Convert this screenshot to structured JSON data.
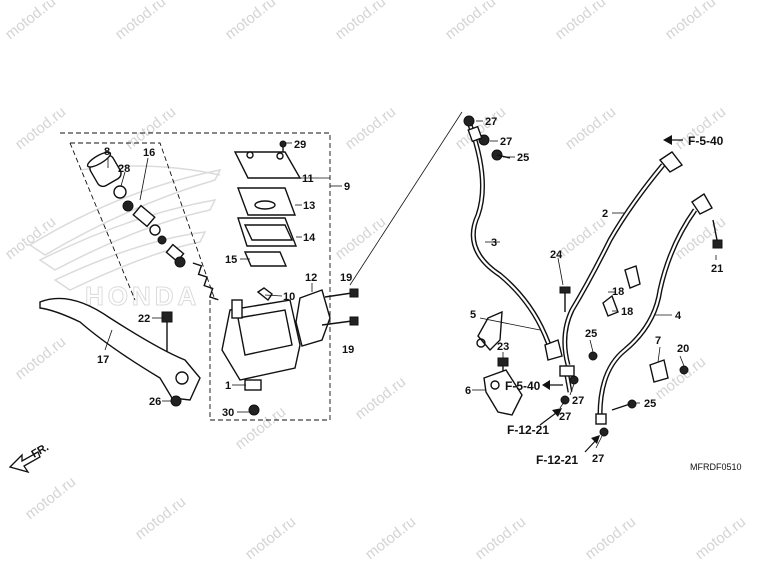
{
  "diagram": {
    "watermark": "motod.ru",
    "logo_text": "HONDA",
    "diagram_code": "MFRDF0510",
    "direction_label": "FR.",
    "callouts": [
      {
        "id": "c8",
        "text": "8"
      },
      {
        "id": "c16",
        "text": "16"
      },
      {
        "id": "c28",
        "text": "28"
      },
      {
        "id": "c29",
        "text": "29"
      },
      {
        "id": "c11",
        "text": "11"
      },
      {
        "id": "c9",
        "text": "9"
      },
      {
        "id": "c13",
        "text": "13"
      },
      {
        "id": "c14",
        "text": "14"
      },
      {
        "id": "c15",
        "text": "15"
      },
      {
        "id": "c12",
        "text": "12"
      },
      {
        "id": "c19a",
        "text": "19"
      },
      {
        "id": "c10",
        "text": "10"
      },
      {
        "id": "c19b",
        "text": "19"
      },
      {
        "id": "c22",
        "text": "22"
      },
      {
        "id": "c17",
        "text": "17"
      },
      {
        "id": "c1",
        "text": "1"
      },
      {
        "id": "c26",
        "text": "26"
      },
      {
        "id": "c30",
        "text": "30"
      },
      {
        "id": "c27a",
        "text": "27"
      },
      {
        "id": "c27b",
        "text": "27"
      },
      {
        "id": "c25a",
        "text": "25"
      },
      {
        "id": "c3",
        "text": "3"
      },
      {
        "id": "c2",
        "text": "2"
      },
      {
        "id": "c21",
        "text": "21"
      },
      {
        "id": "c24",
        "text": "24"
      },
      {
        "id": "c5",
        "text": "5"
      },
      {
        "id": "c18a",
        "text": "18"
      },
      {
        "id": "c18b",
        "text": "18"
      },
      {
        "id": "c4",
        "text": "4"
      },
      {
        "id": "c25b",
        "text": "25"
      },
      {
        "id": "c23",
        "text": "23"
      },
      {
        "id": "c7",
        "text": "7"
      },
      {
        "id": "c20",
        "text": "20"
      },
      {
        "id": "c6",
        "text": "6"
      },
      {
        "id": "c27c",
        "text": "27"
      },
      {
        "id": "c27d",
        "text": "27"
      },
      {
        "id": "c25c",
        "text": "25"
      },
      {
        "id": "c27e",
        "text": "27"
      }
    ],
    "references": [
      {
        "id": "r1",
        "text": "F-5-40"
      },
      {
        "id": "r2",
        "text": "F-5-40"
      },
      {
        "id": "r3",
        "text": "F-12-21"
      },
      {
        "id": "r4",
        "text": "F-12-21"
      }
    ]
  }
}
